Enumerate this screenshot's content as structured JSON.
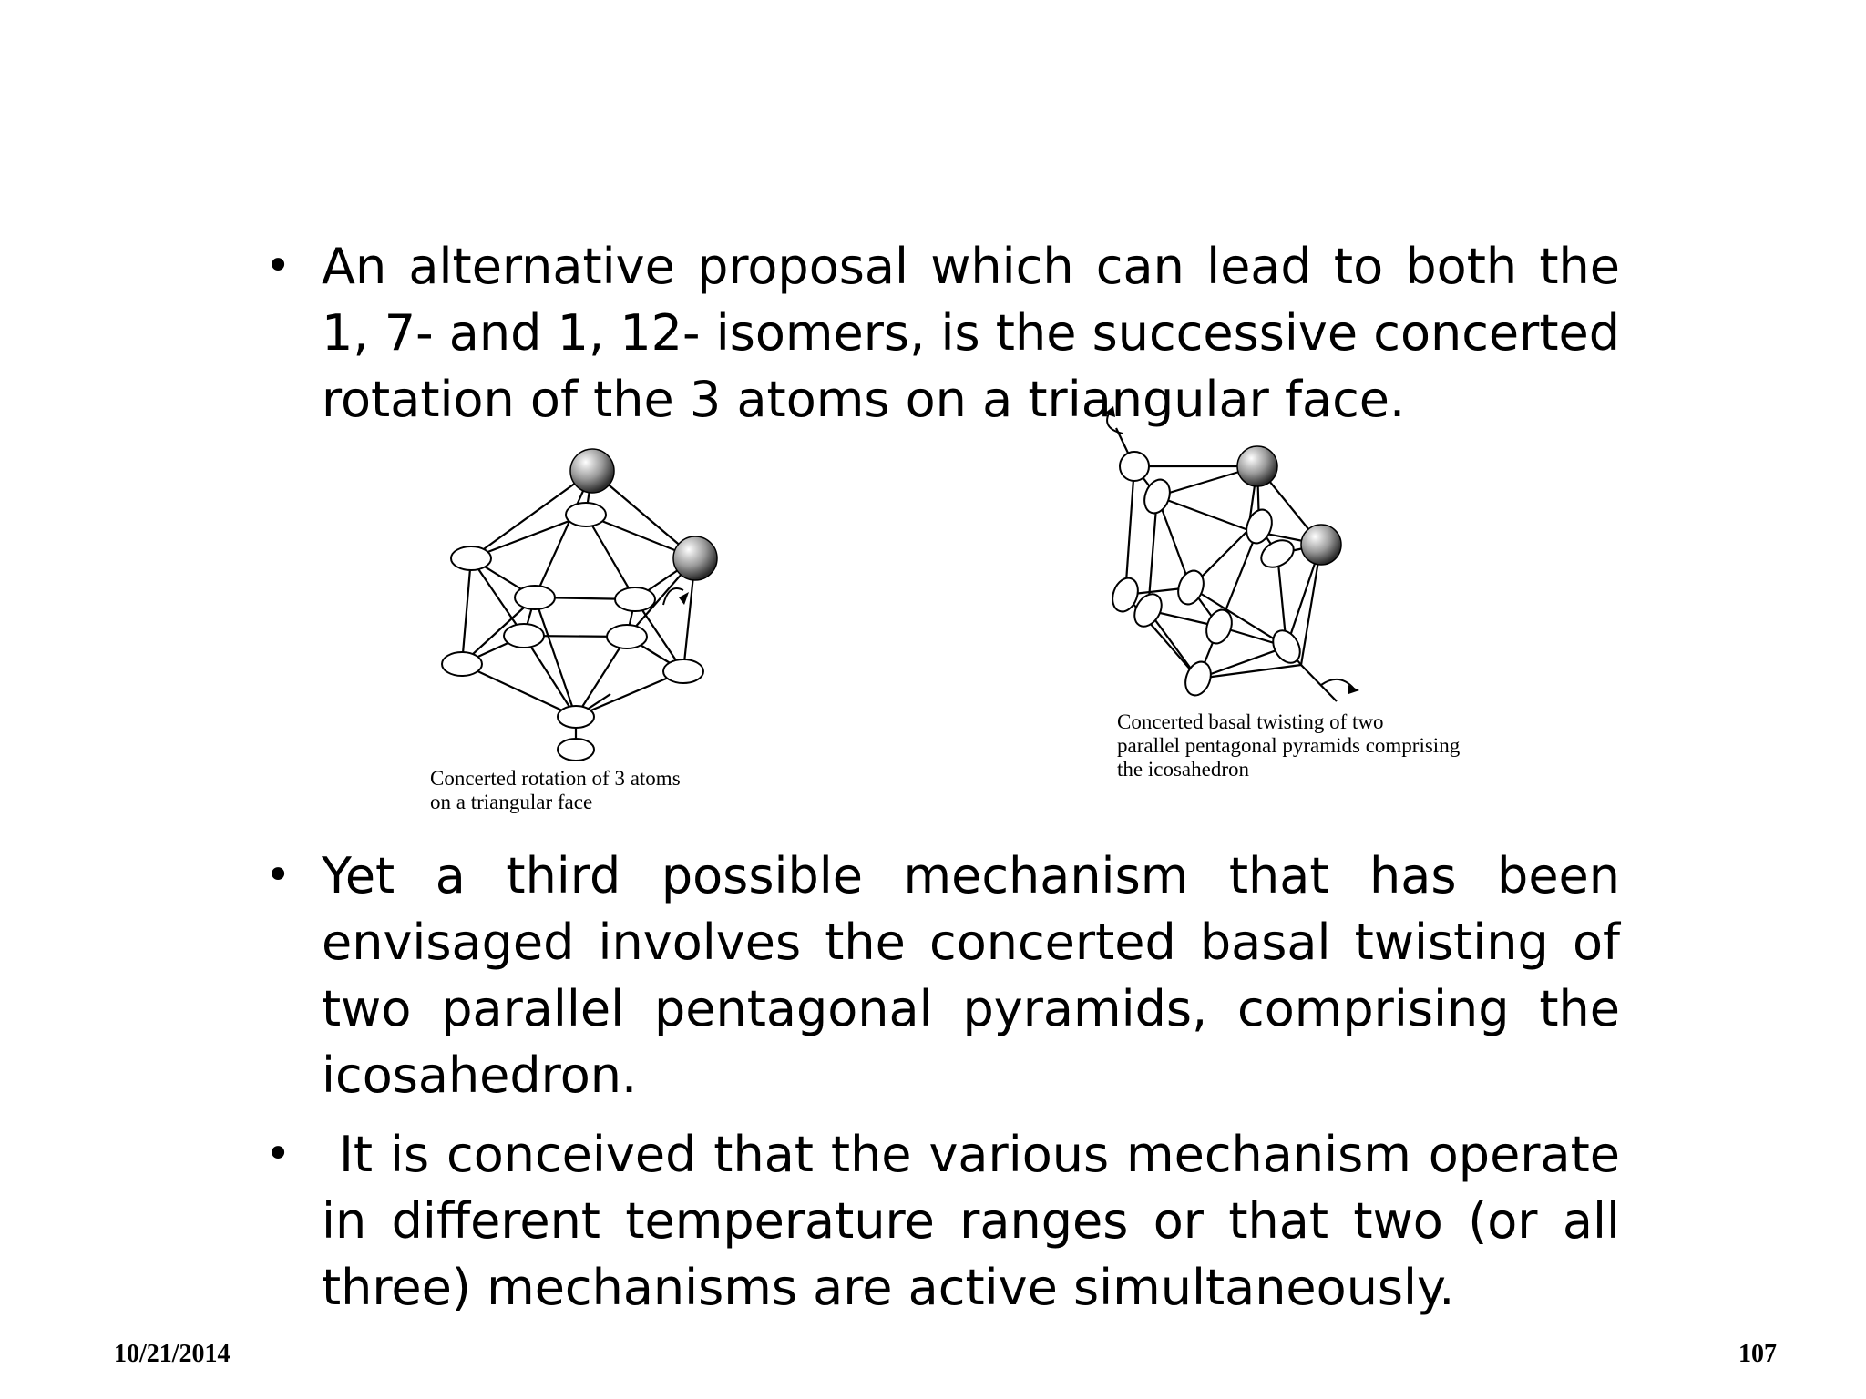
{
  "bullets_top": [
    "An alternative proposal which can lead to both the 1, 7- and 1, 12- isomers, is the successive concerted rotation of the 3 atoms on a triangular face."
  ],
  "figures": {
    "left_caption": [
      "Concerted rotation of 3 atoms",
      "on a triangular face"
    ],
    "right_caption": [
      "Concerted basal twisting of two",
      "parallel pentagonal pyramids comprising",
      "the icosahedron"
    ]
  },
  "bullets_bottom": [
    "Yet a third possible mechanism that has been envisaged involves the concerted basal twisting of two parallel pentagonal pyramids, comprising the icosahedron.",
    " It is conceived that the various mechanism operate in different temperature ranges or that two (or all three) mechanisms are active simultaneously."
  ],
  "footer": {
    "date": "10/21/2014",
    "page": "107"
  },
  "bullet_glyph": "•"
}
